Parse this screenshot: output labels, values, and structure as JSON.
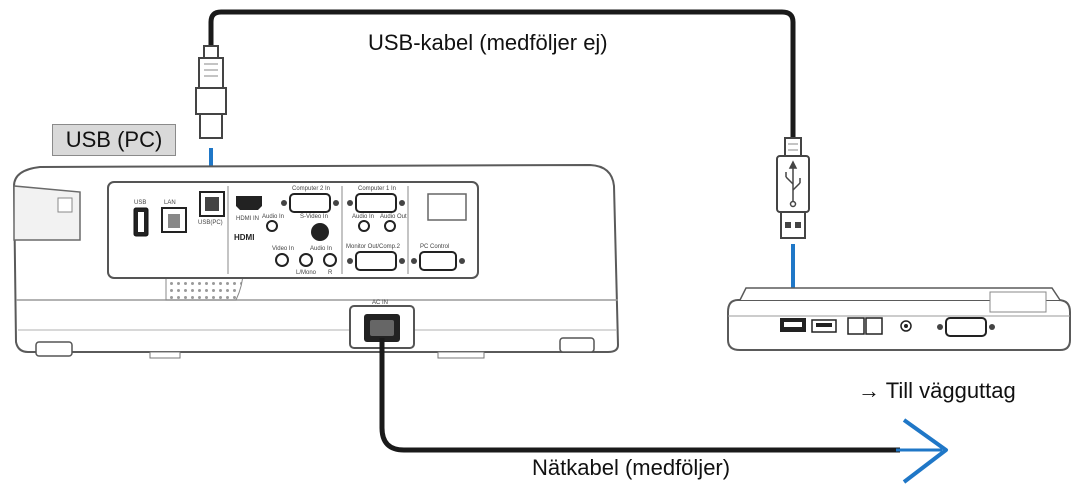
{
  "labels": {
    "usb_cable": "USB-kabel (medföljer ej)",
    "usb_pc": "USB (PC)",
    "to_wall_outlet": "→ Till vägguttag",
    "power_cable": "Nätkabel (medföljer)"
  },
  "port_labels": {
    "usb": "USB",
    "lan": "LAN",
    "usb_pc": "USB(PC)",
    "hdmi_in": "HDMI IN",
    "hdmi_logo": "HDMI",
    "computer2_in": "Computer 2 In",
    "computer1_in": "Computer 1 In",
    "audio_in_left": "Audio In",
    "audio_in_right": "Audio In",
    "audio_out": "Audio Out",
    "s_video_in": "S-Video In",
    "video_in": "Video In",
    "audio_in_lower": "Audio In",
    "l_mono": "L/Mono",
    "r": "R",
    "monitor_out": "Monitor Out/Comp.2",
    "pc_control": "PC Control",
    "ac_in": "AC IN"
  },
  "colors": {
    "arrow_blue": "#1f77c7",
    "cable_black": "#1a1a1a",
    "outline": "#5a5a5a",
    "tag_fill": "#d9d9d9"
  },
  "icons": [
    "usb-connector-icon",
    "usb-trident-icon",
    "down-arrow-icon",
    "right-chevron-arrow-icon"
  ]
}
